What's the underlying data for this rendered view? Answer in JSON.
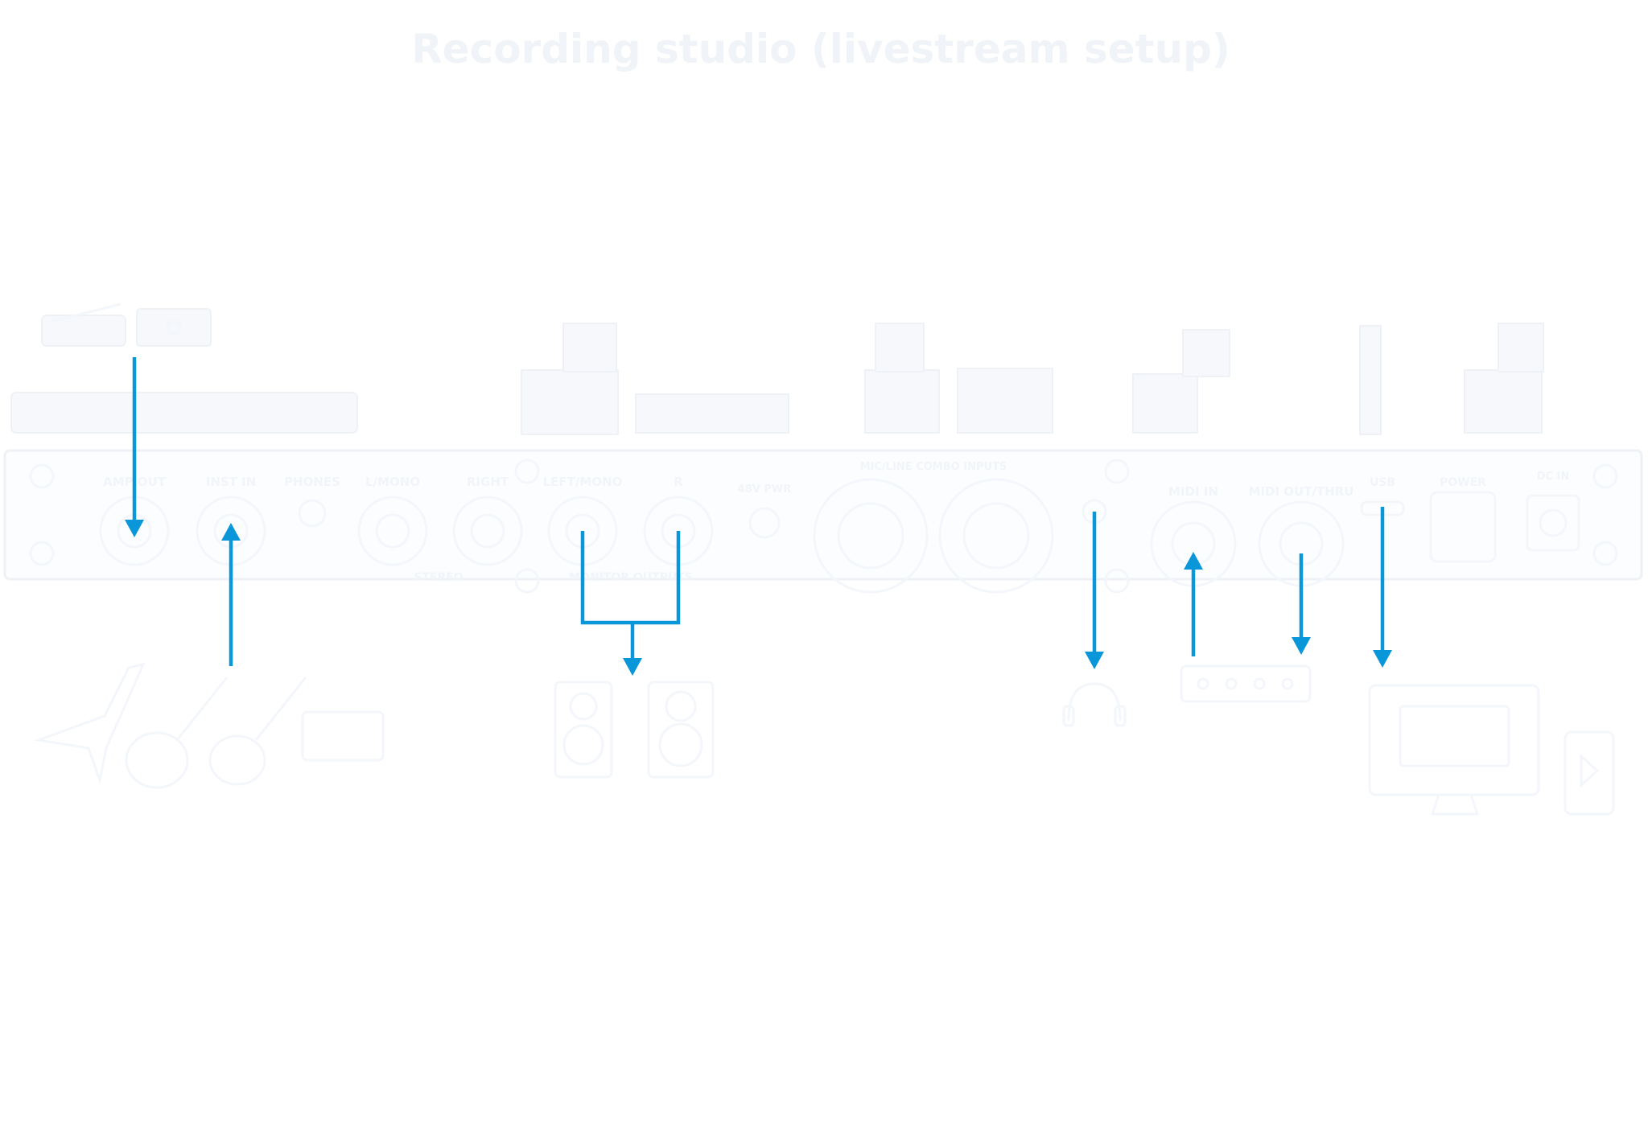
{
  "diagram": {
    "title": "Recording studio (livestream setup)",
    "accent_color": "#0a97d9",
    "ghost_color": "#f3f6fa",
    "panel_labels": {
      "amp_out": "AMP OUT",
      "inst_in": "INST IN",
      "phones": "PHONES",
      "line_in_l": "L/MONO",
      "line_in_r": "RIGHT",
      "stereo": "STEREO",
      "monitor_l": "LEFT/MONO",
      "monitor_r": "R",
      "monitor_group": "MONITOR OUTPUTS",
      "phantom": "48V PWR",
      "combo_group": "MIC/LINE COMBO INPUTS",
      "usb": "USB",
      "midi_in": "MIDI IN",
      "midi_out": "MIDI OUT/THRU",
      "power": "POWER",
      "dc_in": "DC IN"
    },
    "devices": [
      {
        "name": "amp-head-icon"
      },
      {
        "name": "flying-v-guitar-icon"
      },
      {
        "name": "acoustic-guitar-icon"
      },
      {
        "name": "electric-guitar-icon"
      },
      {
        "name": "keyboard-icon"
      },
      {
        "name": "studio-monitor-left-icon"
      },
      {
        "name": "studio-monitor-right-icon"
      },
      {
        "name": "headphones-icon"
      },
      {
        "name": "midi-controller-icon"
      },
      {
        "name": "computer-monitor-icon"
      },
      {
        "name": "smartphone-icon"
      }
    ]
  }
}
